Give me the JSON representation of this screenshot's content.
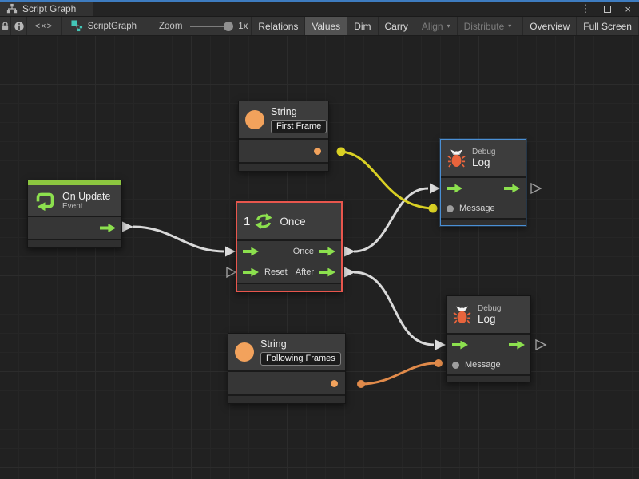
{
  "tab": {
    "title": "Script Graph"
  },
  "window_controls": {
    "menu_icon": "⋮",
    "close_icon": "×"
  },
  "toolbar": {
    "code_view_label": "<×>",
    "graph_name": "ScriptGraph",
    "zoom_label": "Zoom",
    "zoom_value": "1x",
    "dropdown_glyph": "▾",
    "buttons": [
      {
        "label": "Relations",
        "active": false,
        "enabled": true
      },
      {
        "label": "Values",
        "active": true,
        "enabled": true
      },
      {
        "label": "Dim",
        "active": false,
        "enabled": true
      },
      {
        "label": "Carry",
        "active": false,
        "enabled": true
      },
      {
        "label": "Align",
        "active": false,
        "enabled": false,
        "dropdown": true
      },
      {
        "label": "Distribute",
        "active": false,
        "enabled": false,
        "dropdown": true
      },
      {
        "label": "Overview",
        "active": false,
        "enabled": true
      },
      {
        "label": "Full Screen",
        "active": false,
        "enabled": true
      }
    ]
  },
  "nodes": {
    "string_top": {
      "title": "String",
      "value": "First Frame"
    },
    "on_update": {
      "title": "On Update",
      "subtitle": "Event"
    },
    "once": {
      "title": "Once",
      "icon_number": "1",
      "out_once": "Once",
      "in_reset": "Reset",
      "out_after": "After"
    },
    "debug_log_top": {
      "category": "Debug",
      "title": "Log",
      "input": "Message",
      "selected": true
    },
    "string_bottom": {
      "title": "String",
      "value": "Following Frames"
    },
    "debug_log_bottom": {
      "category": "Debug",
      "title": "Log",
      "input": "Message",
      "selected": false
    }
  },
  "colors": {
    "accent_green": "#8ce04e",
    "event_bar_green": "#8cc63f",
    "type_orange": "#f2a25c",
    "bug_orange": "#e8643c",
    "wire_flow": "#d9d9d9",
    "wire_yellow": "#d9d024",
    "wire_orange": "#e08a4a",
    "selection_red": "#e8564d",
    "selection_blue": "#4a8fd4",
    "tab_top_blue": "#3e7cc0"
  }
}
